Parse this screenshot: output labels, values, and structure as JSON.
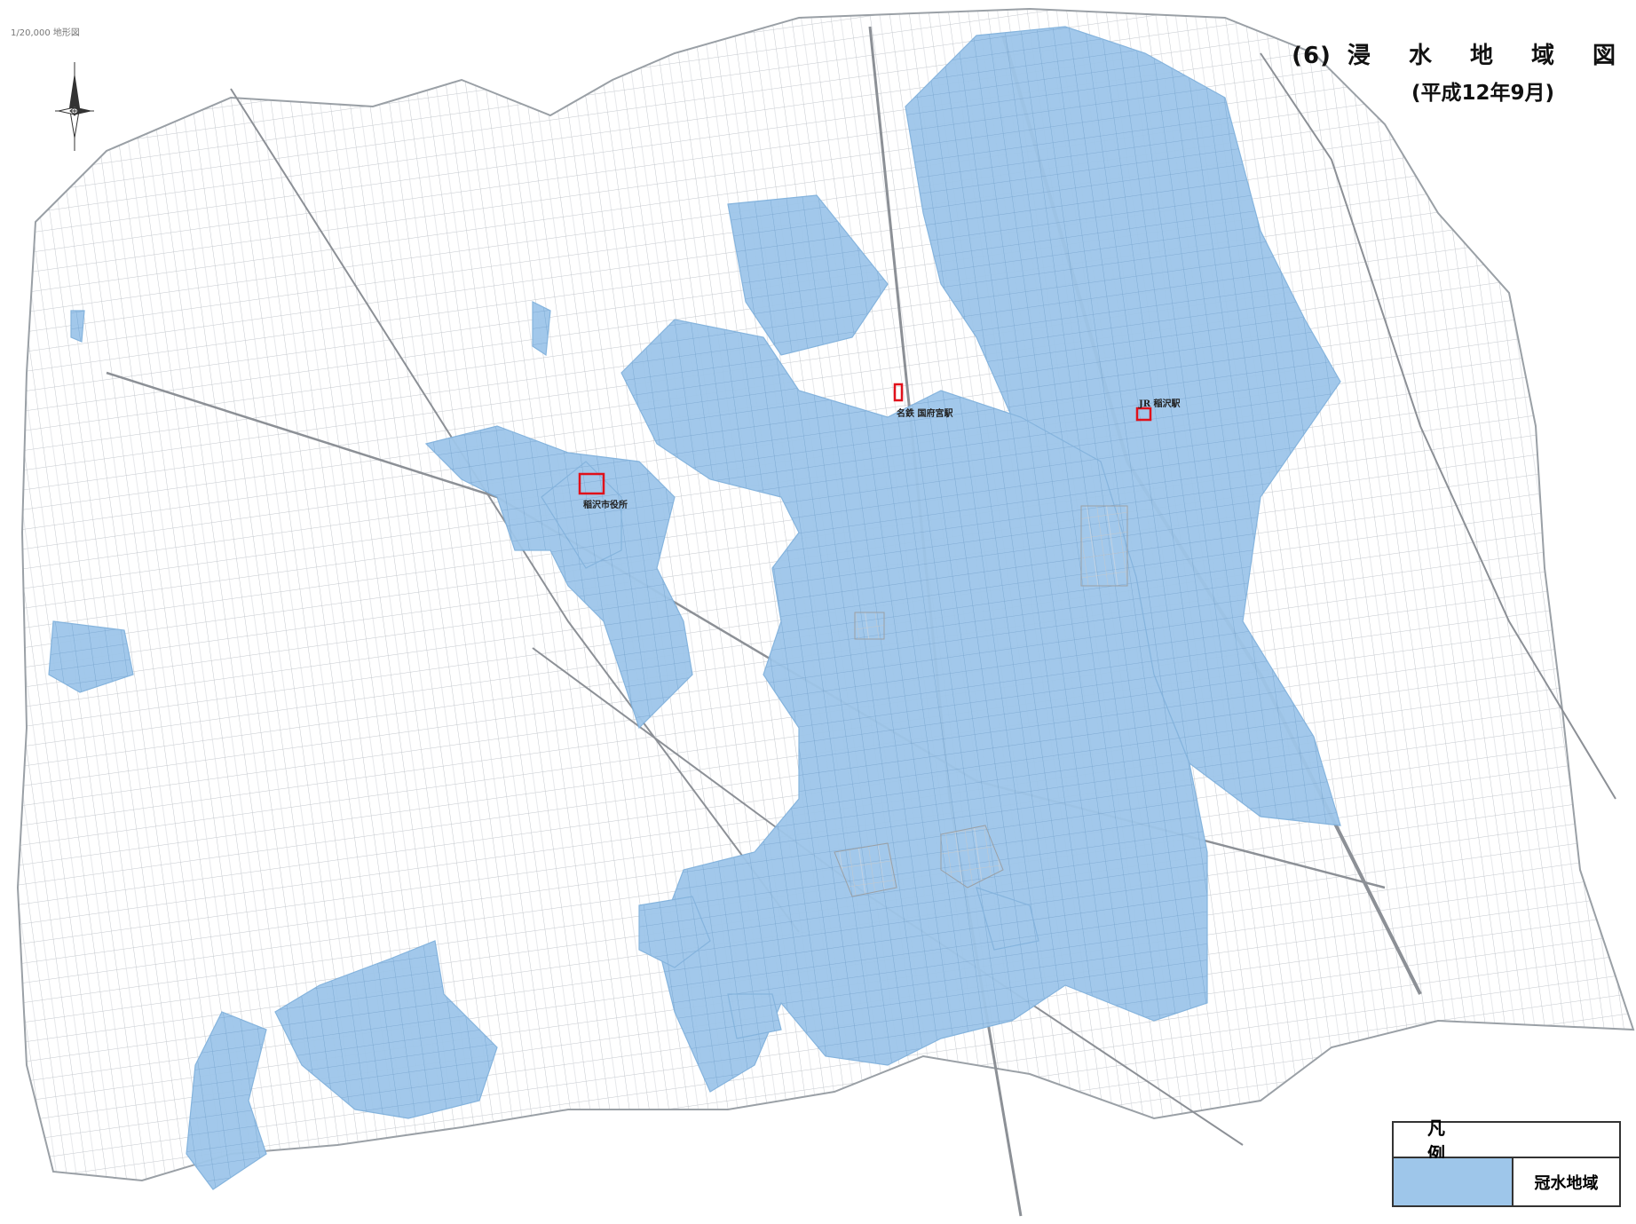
{
  "map": {
    "title_number": "(6)",
    "title_chars": [
      "浸",
      "水",
      "地",
      "域",
      "図"
    ],
    "subtitle": "(平成12年9月)",
    "scale_text": "1/20,000 地形図",
    "colors": {
      "background": "#ffffff",
      "street_lines": "#b8bcc2",
      "flood_fill": "#9ec6ea",
      "flood_stroke": "#7fb0dc",
      "marker": "#e0101a"
    }
  },
  "landmarks": [
    {
      "name": "city-hall",
      "label": "稲沢市役所"
    },
    {
      "name": "kounomiya-station",
      "label": "名鉄 国府宮駅"
    },
    {
      "name": "inazawa-station",
      "label": "JR 稲沢駅"
    }
  ],
  "legend": {
    "heading": "凡　　例",
    "entries": [
      {
        "label": "冠水地域",
        "color": "#9ec6ea"
      }
    ]
  },
  "icons": {
    "north_arrow": "compass-north-icon"
  }
}
